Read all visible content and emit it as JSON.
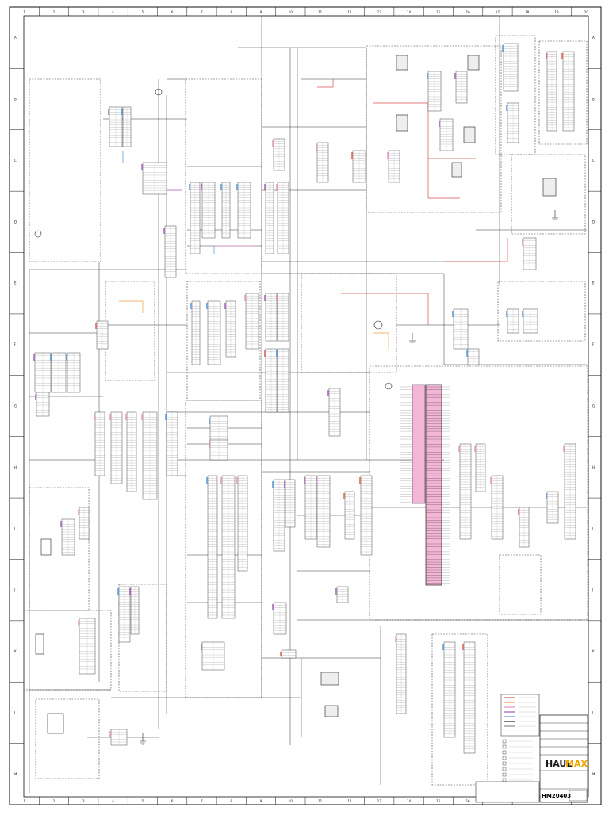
{
  "sheet": {
    "zone_columns": [
      "1",
      "2",
      "3",
      "4",
      "5",
      "6",
      "7",
      "8",
      "9",
      "10",
      "11",
      "12",
      "13",
      "14",
      "15",
      "16",
      "17",
      "18",
      "19",
      "20"
    ],
    "zone_rows": [
      "A",
      "B",
      "C",
      "D",
      "E",
      "F",
      "G",
      "H",
      "I",
      "J",
      "K",
      "L",
      "M"
    ]
  },
  "title_block": {
    "brand_left": "HAUL",
    "brand_right": "MAX",
    "drawing_number": "HM20403"
  },
  "colors": {
    "line": "#222222",
    "border": "#111111",
    "dashed_box": "#444444",
    "wire_red": "#d9534f",
    "wire_pink": "#e88cc0",
    "wire_orange": "#f0a040",
    "wire_purple": "#9b59b6",
    "wire_blue": "#4a90d9",
    "ecu_fill": "#f3b6d6",
    "brand_accent": "#f0a500"
  }
}
